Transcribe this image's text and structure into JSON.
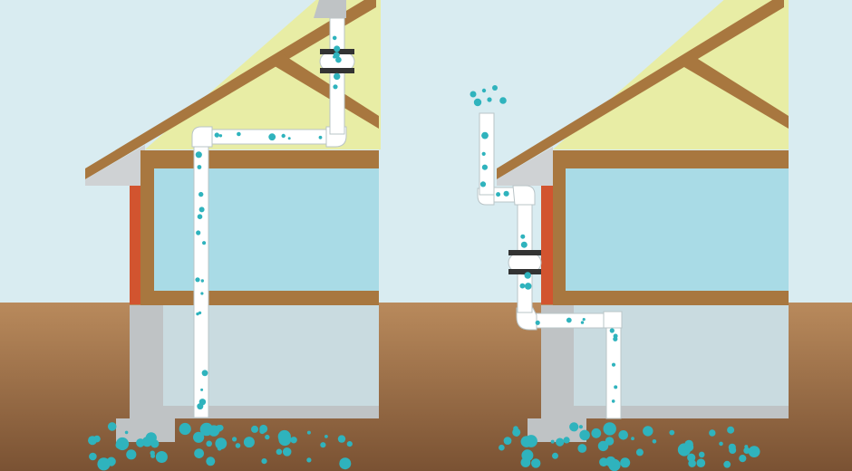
{
  "colors": {
    "sky": "#d9ecf1",
    "soil_top": "#b98a5c",
    "soil_bottom": "#7a5233",
    "attic": "#e8eda5",
    "wall_interior": "#a9dbe6",
    "basement_interior": "#c9dbe0",
    "timber": "#a8773f",
    "timber_dark": "#6e4a23",
    "fascia": "#cfd2d4",
    "concrete": "#bfc3c5",
    "concrete_dark": "#8e9396",
    "siding_red": "#d2542f",
    "pipe": "#ffffff",
    "pipe_edge": "#b9c4c7",
    "fan_dark": "#333333",
    "gas_bubble": "#2fb3bd"
  },
  "scenes": [
    {
      "id": "interior-vent",
      "pipe_route": "through-attic",
      "fan_location": "attic",
      "vent_exit": "roof"
    },
    {
      "id": "exterior-vent",
      "pipe_route": "outside-wall",
      "fan_location": "exterior-wall",
      "vent_exit": "above-eave"
    }
  ]
}
